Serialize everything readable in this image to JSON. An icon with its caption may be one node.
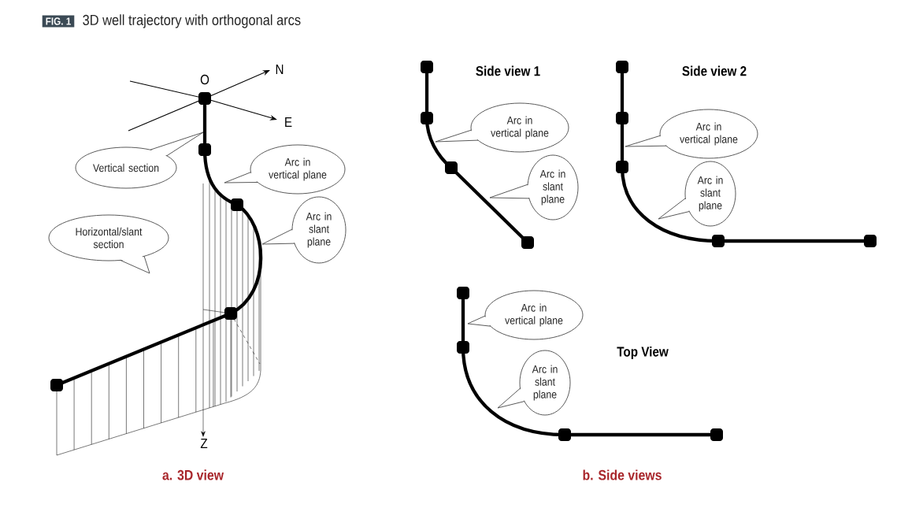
{
  "diagram": {
    "title": "3D well trajectory with orthogonal arcs",
    "nodes": [
      {
        "text": [
          "Vertical section"
        ]
      },
      {
        "text": [
          "Arc in vertical plane"
        ]
      },
      {
        "text": [
          "Arc in slant plane"
        ]
      },
      {
        "text": [
          "Horizontal/slant section"
        ]
      },
      {
        "text": [
          "Arc in vertical plane"
        ]
      },
      {
        "text": [
          "Arc in slant plane"
        ]
      },
      {
        "text": [
          "Arc in vertical plane"
        ]
      },
      {
        "text": [
          "Arc in slant plane"
        ]
      },
      {
        "text": [
          "Arc in vertical plane"
        ]
      },
      {
        "text": [
          "Arc in slant plane"
        ]
      }
    ],
    "labels": [
      "FIG. 1",
      "O",
      "N",
      "E",
      "Z",
      "Side view 1",
      "Side view 2",
      "Top View",
      "a. 3D view",
      "b. Side views"
    ]
  }
}
